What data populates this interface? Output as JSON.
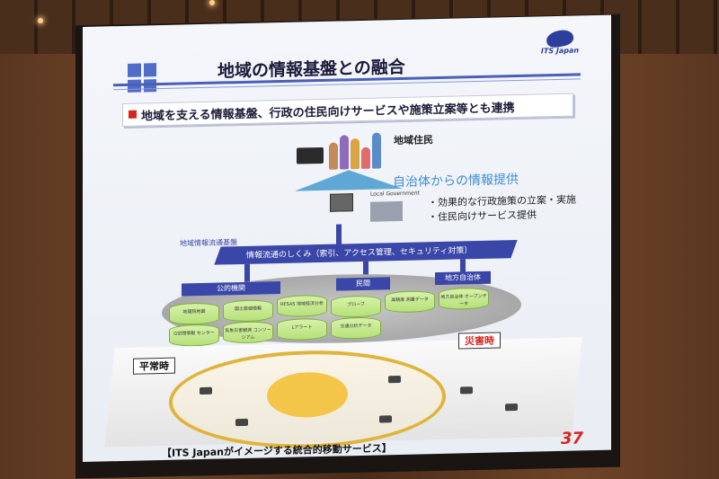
{
  "slide": {
    "title": "地域の情報基盤との融合",
    "logo_text": "ITS Japan",
    "subtitle": "地域を支える情報基盤、行政の住民向けサービスや施策立案等とも連携",
    "residents": "地域住民",
    "info_provide": "自治体からの情報提供",
    "local_gov": "Local Government",
    "bullets": [
      "・効果的な行政施策の立案・実施",
      "・住民向けサービス提供"
    ],
    "flow_base": "地域情報流通基盤",
    "flow_mechanism": "情報流通のしくみ（索引、アクセス管理、セキュリティ対策）",
    "columns": {
      "public": "公的機関",
      "private": "民間",
      "local": "地方自治体"
    },
    "cylinders": [
      "地理院地図",
      "国土数値情報",
      "RESAS\n地域経済分析",
      "プローブ",
      "高精度\n測量データ",
      "地方自治体\nオープンデータ",
      "G空間情報\nセンター",
      "気象災害観測\nコンソーシアム",
      "Lアラート",
      "交通分析データ"
    ],
    "normal_time": "平常時",
    "disaster_time": "災害時",
    "footer": "【ITS Japanがイメージする統合的移動サービス】",
    "page_number": "37"
  }
}
